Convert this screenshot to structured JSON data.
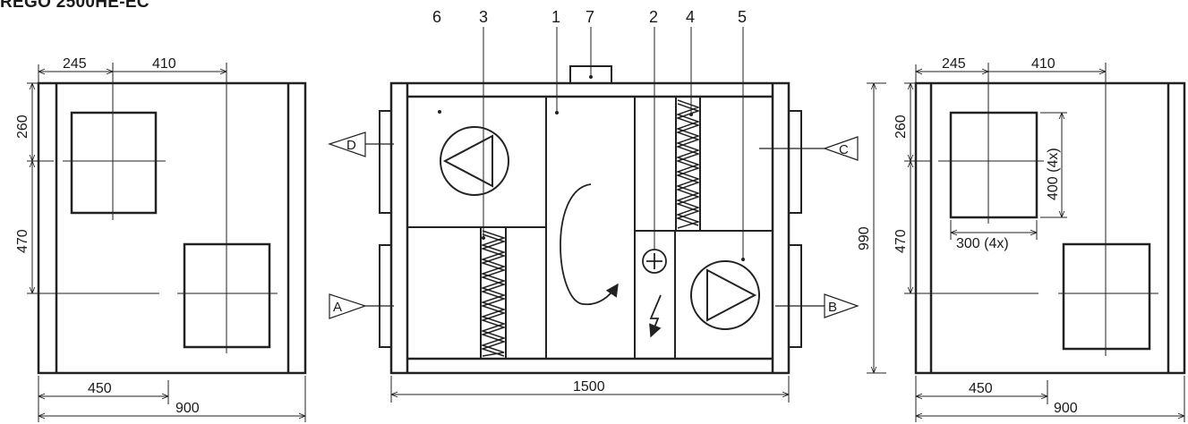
{
  "title": "REGO 2500HE-EC",
  "callouts": {
    "c6": "6",
    "c3": "3",
    "c1": "1",
    "c7": "7",
    "c2": "2",
    "c4": "4",
    "c5": "5"
  },
  "ports": {
    "a": "A",
    "b": "B",
    "c": "C",
    "d": "D"
  },
  "left_view": {
    "dim_top_left": "245",
    "dim_top_right": "410",
    "dim_side_top": "260",
    "dim_side_mid": "470",
    "dim_bottom_half": "450",
    "dim_bottom_full": "900"
  },
  "front_view": {
    "dim_width": "1500",
    "dim_height": "990"
  },
  "right_view": {
    "dim_top_left": "245",
    "dim_top_right": "410",
    "dim_side_top": "260",
    "dim_side_mid": "470",
    "dim_opening_height": "400 (4x)",
    "dim_opening_width": "300 (4x)",
    "dim_bottom_half": "450",
    "dim_bottom_full": "900"
  }
}
